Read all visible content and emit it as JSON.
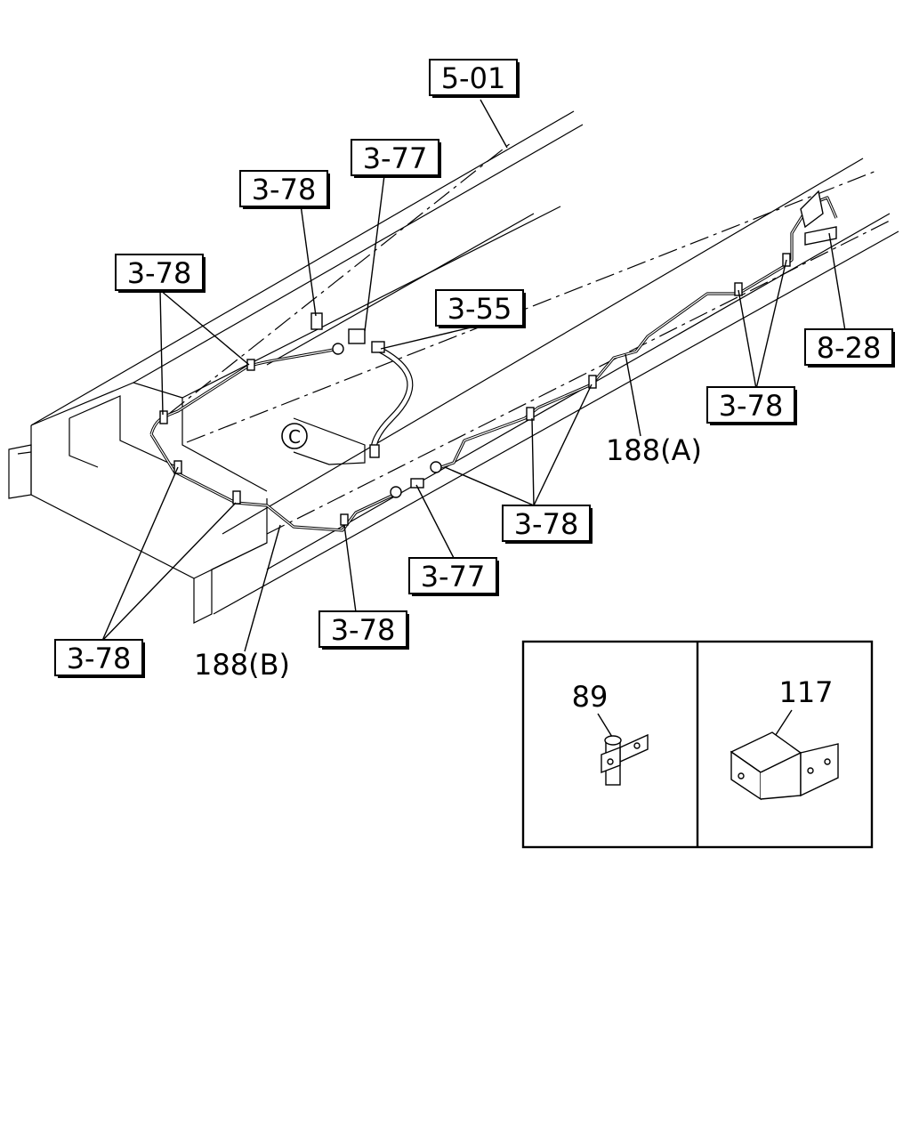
{
  "refs": {
    "frame_top": "5-01",
    "bracket_top": "3-78",
    "connector_top": "3-77",
    "clip_upper_left": "3-78",
    "hose": "3-55",
    "end_bracket": "8-28",
    "clips_right": "3-78",
    "clips_center": "3-78",
    "connector_bottom": "3-77",
    "clip_bottom": "3-78",
    "clips_lower_left": "3-78"
  },
  "labels": {
    "pipe_a": "188(A)",
    "pipe_b": "188(B)",
    "view_marker": "C",
    "detail_left_part": "89",
    "detail_right_part": "117"
  }
}
